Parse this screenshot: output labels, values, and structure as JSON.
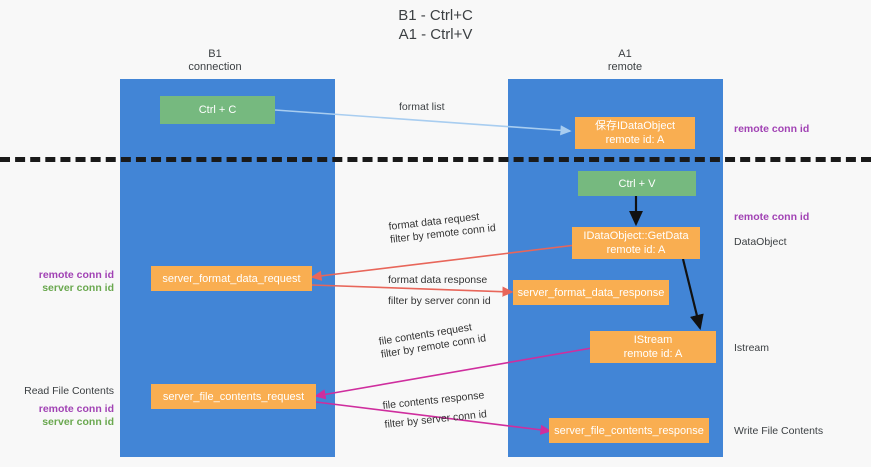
{
  "title": {
    "line1": "B1 - Ctrl+C",
    "line2": "A1 - Ctrl+V"
  },
  "columns": {
    "left": {
      "name": "B1",
      "role": "connection"
    },
    "right": {
      "name": "A1",
      "role": "remote"
    }
  },
  "boxes": {
    "ctrl_c": "Ctrl + C",
    "ctrl_v": "Ctrl + V",
    "save_idataobject_line1": "保存IDataObject",
    "save_idataobject_line2": "remote id: A",
    "getdata_line1": "IDataObject::GetData",
    "getdata_line2": "remote id: A",
    "istream_line1": "IStream",
    "istream_line2": "remote id: A",
    "server_format_data_request": "server_format_data_request",
    "server_format_data_response": "server_format_data_response",
    "server_file_contents_request": "server_file_contents_request",
    "server_file_contents_response": "server_file_contents_response"
  },
  "arrow_labels": {
    "format_list": "format list",
    "format_data_request": "format data request",
    "format_data_request_filter_prefix": "filter by ",
    "format_data_request_filter_key": "remote conn id",
    "format_data_response": "format data response",
    "format_data_response_filter_prefix": "filter by ",
    "format_data_response_filter_key": "server conn id",
    "file_contents_request": "file contents request",
    "file_contents_request_filter_prefix": "filter by ",
    "file_contents_request_filter_key": "remote conn id",
    "file_contents_response": "file contents response",
    "file_contents_response_filter_prefix": "filter by ",
    "file_contents_response_filter_key": "server conn id"
  },
  "side_labels": {
    "right_remote_conn_id_top": "remote conn id",
    "right_remote_conn_id_mid": "remote conn id",
    "right_dataobject": "DataObject",
    "right_istream": "Istream",
    "right_write_file_contents": "Write File Contents",
    "left_remote_conn_id_1": "remote conn id",
    "left_server_conn_id_1": "server conn id",
    "left_read_file_contents": "Read File Contents",
    "left_remote_conn_id_2": "remote conn id",
    "left_server_conn_id_2": "server conn id"
  },
  "colors": {
    "lane": "#4285d6",
    "green_box": "#76b97f",
    "orange_box": "#f9ae51",
    "purple_text": "#a142b4",
    "green_text": "#6aa84f",
    "magenta_arrow": "#cf2e9e",
    "red_arrow": "#e8665a",
    "light_blue_arrow": "#a8cdf0",
    "black_arrow": "#111111",
    "background": "#f8f8f8"
  }
}
